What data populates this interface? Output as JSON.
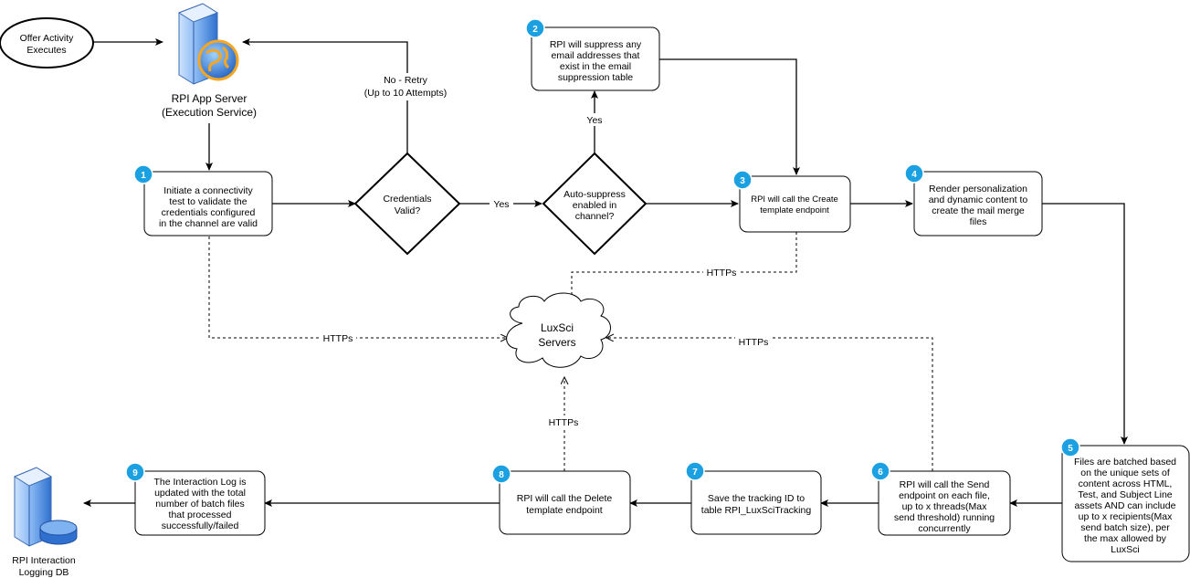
{
  "start_node": {
    "lines": [
      "Offer Activity",
      "Executes"
    ]
  },
  "app_server": {
    "lines": [
      "RPI App Server",
      "(Execution Service)"
    ]
  },
  "logging_db": {
    "lines": [
      "RPI Interaction",
      "Logging DB"
    ]
  },
  "cloud": {
    "lines": [
      "LuxSci",
      "Servers"
    ]
  },
  "decisions": {
    "credentials": {
      "lines": [
        "Credentials",
        "Valid?"
      ]
    },
    "autosuppress": {
      "lines": [
        "Auto-suppress",
        "enabled in",
        "channel?"
      ]
    }
  },
  "labels": {
    "no_retry": [
      "No - Retry",
      "(Up to 10 Attempts)"
    ],
    "yes_1": "Yes",
    "yes_2": "Yes",
    "https": "HTTPs"
  },
  "steps": [
    {
      "num": "1",
      "lines": [
        "Initiate a connectivity",
        "test to validate the",
        "credentials configured",
        "in the channel are valid"
      ]
    },
    {
      "num": "2",
      "lines": [
        "RPI will suppress any",
        "email addresses that",
        "exist in the email",
        "suppression table"
      ]
    },
    {
      "num": "3",
      "lines": [
        "RPI will call the Create",
        "template endpoint"
      ]
    },
    {
      "num": "4",
      "lines": [
        "Render personalization",
        "and dynamic content to",
        "create the mail merge",
        "files"
      ]
    },
    {
      "num": "5",
      "lines": [
        "Files are batched based",
        "on the unique sets of",
        "content across HTML,",
        "Test, and Subject Line",
        "assets AND can include",
        "up to x recipients(Max",
        "send batch size), per",
        "the max allowed by",
        "LuxSci"
      ]
    },
    {
      "num": "6",
      "lines": [
        "RPI will call the Send",
        "endpoint on each file,",
        "up to x threads(Max",
        "send threshold) running",
        "concurrently"
      ]
    },
    {
      "num": "7",
      "lines": [
        "Save the tracking ID to",
        "table RPI_LuxSciTracking"
      ]
    },
    {
      "num": "8",
      "lines": [
        "RPI will call the Delete",
        "template endpoint"
      ]
    },
    {
      "num": "9",
      "lines": [
        "The Interaction Log is",
        "updated with the total",
        "number of batch files",
        "that processed",
        "successfully/failed"
      ]
    }
  ]
}
